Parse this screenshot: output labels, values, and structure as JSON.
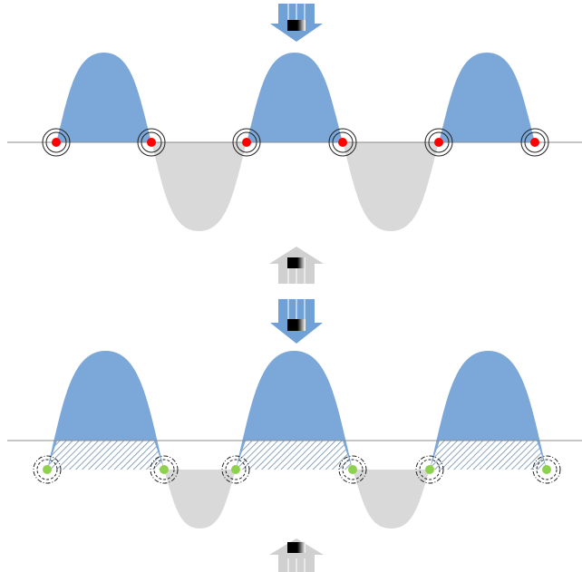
{
  "colors": {
    "positive_lobe": "#7ba7d9",
    "negative_lobe": "#d9d9d9",
    "axis_line": "#8c8c8c",
    "hatch": "#6f8fae",
    "node_dot_top": "#ff0000",
    "node_dot_bottom": "#8fd14f",
    "ring": "#222222",
    "arrow_down": "#6fa0d6",
    "arrow_up": "#d0d0d0"
  },
  "panels": [
    {
      "name": "wave-panel-top",
      "positive_lobe_count": 3,
      "negative_lobe_count": 2,
      "node_count": 6,
      "node_style": "solid-rings",
      "node_color": "red",
      "shifted_baseline": false,
      "arrows": [
        "down",
        "up"
      ]
    },
    {
      "name": "wave-panel-bottom",
      "positive_lobe_count": 3,
      "negative_lobe_count": 2,
      "node_count": 6,
      "node_style": "dashed-rings",
      "node_color": "green",
      "shifted_baseline": true,
      "arrows": [
        "down",
        "up"
      ]
    }
  ],
  "icons": [
    "arrow-down-icon",
    "arrow-up-icon",
    "black-gradient-block-icon",
    "hatched-band-icon",
    "node-ring-icon"
  ]
}
